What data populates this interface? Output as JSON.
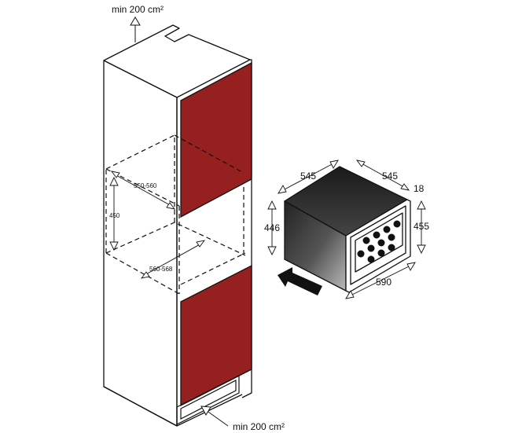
{
  "labels": {
    "vent_top": "min 200 cm²",
    "vent_bottom": "min 200 cm²",
    "niche_depth_upper": "550-560",
    "niche_height": "450",
    "niche_depth_lower": "560-568",
    "appliance_depth": "545",
    "appliance_width_top": "545",
    "front_thickness": "18",
    "appliance_height": "446",
    "front_height": "455",
    "front_width": "590"
  },
  "colors": {
    "door_red": "#962020",
    "line": "#111111",
    "dark_panel": "#1a1a1a"
  },
  "icons": {
    "insert_direction": "arrow-right-icon",
    "bottle": "bottle-icon"
  }
}
